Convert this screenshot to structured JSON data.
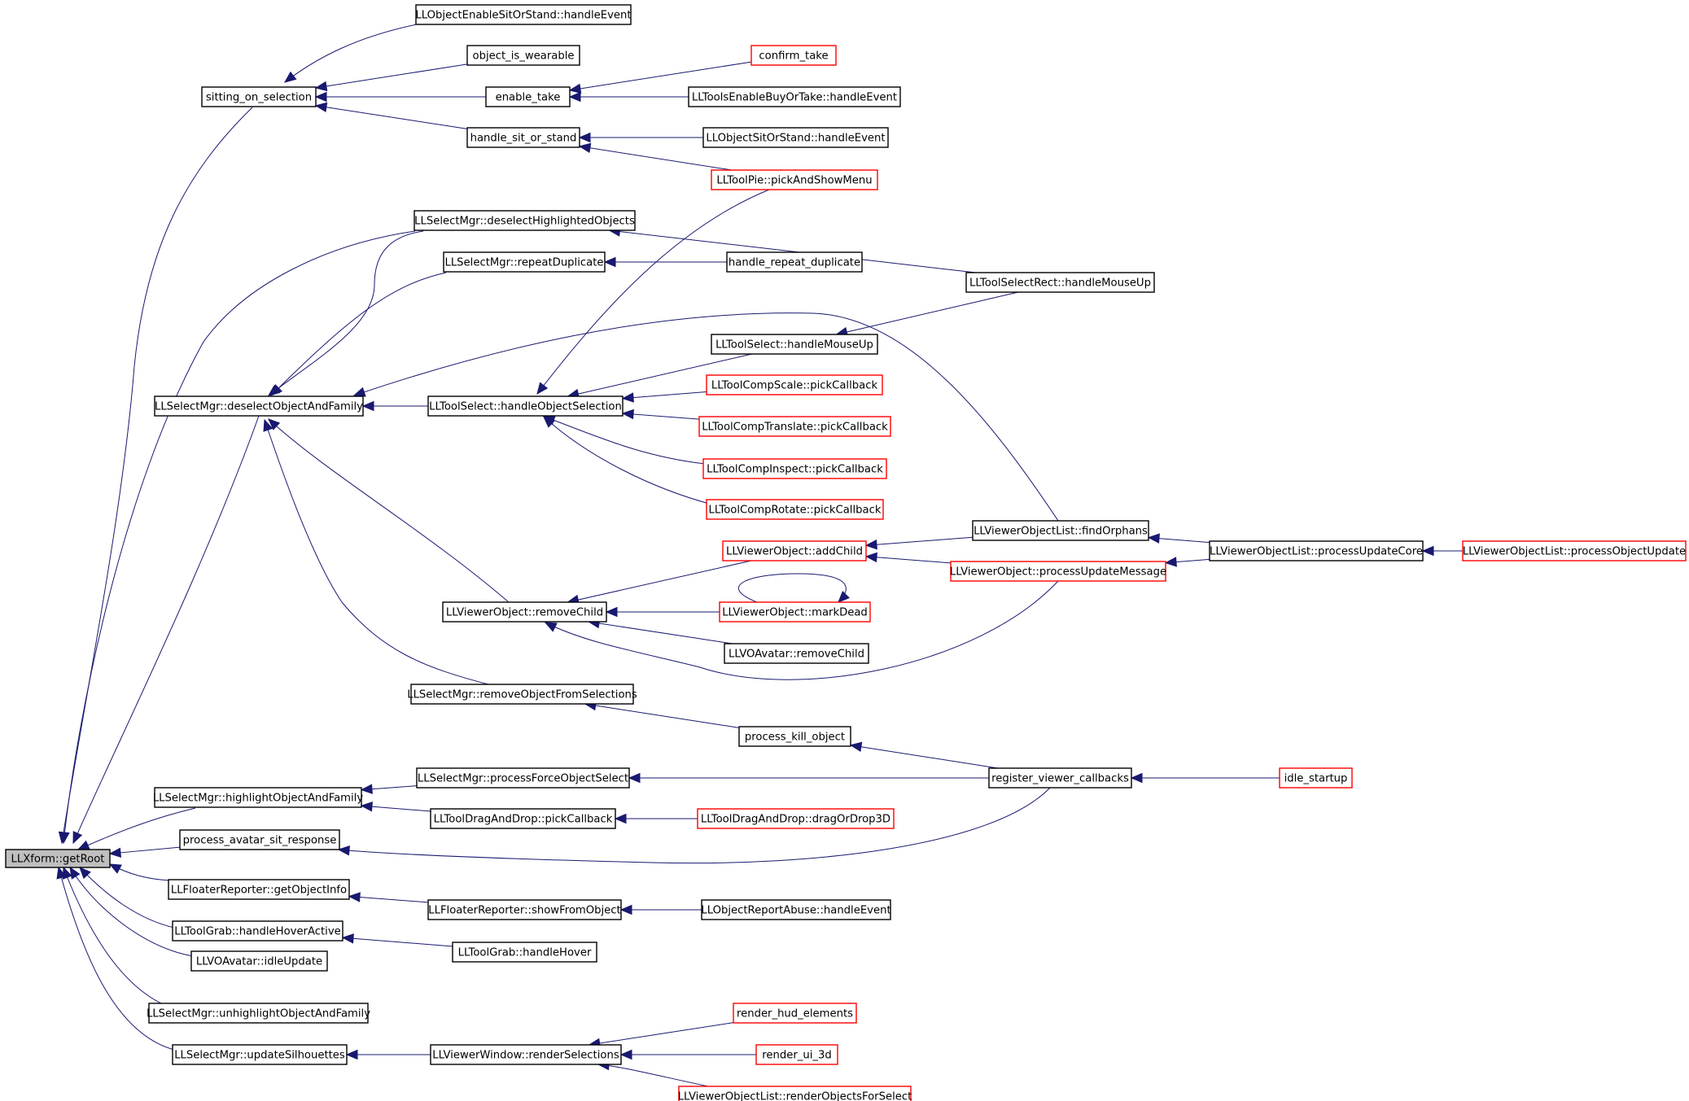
{
  "colors": {
    "edge": "#191970",
    "documented_border": "#000000",
    "undocumented_border": "#ff0000",
    "root_fill": "#bfbfbf"
  },
  "nodes": [
    {
      "id": "getRoot",
      "label": "LLXform::getRoot",
      "style": "root"
    },
    {
      "id": "sitting",
      "label": "sitting_on_selection",
      "style": "black"
    },
    {
      "id": "enableSit",
      "label": "LLObjectEnableSitOrStand::handleEvent",
      "style": "black"
    },
    {
      "id": "wearable",
      "label": "object_is_wearable",
      "style": "black"
    },
    {
      "id": "enableTake",
      "label": "enable_take",
      "style": "black"
    },
    {
      "id": "confirmTake",
      "label": "confirm_take",
      "style": "red"
    },
    {
      "id": "enableBuy",
      "label": "LLToolsEnableBuyOrTake::handleEvent",
      "style": "black"
    },
    {
      "id": "sitOrStand",
      "label": "handle_sit_or_stand",
      "style": "black"
    },
    {
      "id": "objSitStand",
      "label": "LLObjectSitOrStand::handleEvent",
      "style": "black"
    },
    {
      "id": "pickMenu",
      "label": "LLToolPie::pickAndShowMenu",
      "style": "red"
    },
    {
      "id": "deselHigh",
      "label": "LLSelectMgr::deselectHighlightedObjects",
      "style": "black"
    },
    {
      "id": "repeatDup",
      "label": "LLSelectMgr::repeatDuplicate",
      "style": "black"
    },
    {
      "id": "handleRepeat",
      "label": "handle_repeat_duplicate",
      "style": "black"
    },
    {
      "id": "selRectUp",
      "label": "LLToolSelectRect::handleMouseUp",
      "style": "black"
    },
    {
      "id": "toolSelUp",
      "label": "LLToolSelect::handleMouseUp",
      "style": "black"
    },
    {
      "id": "compScale",
      "label": "LLToolCompScale::pickCallback",
      "style": "red"
    },
    {
      "id": "deselFam",
      "label": "LLSelectMgr::deselectObjectAndFamily",
      "style": "black"
    },
    {
      "id": "handleObjSel",
      "label": "LLToolSelect::handleObjectSelection",
      "style": "black"
    },
    {
      "id": "compTrans",
      "label": "LLToolCompTranslate::pickCallback",
      "style": "red"
    },
    {
      "id": "compInspect",
      "label": "LLToolCompInspect::pickCallback",
      "style": "red"
    },
    {
      "id": "compRotate",
      "label": "LLToolCompRotate::pickCallback",
      "style": "red"
    },
    {
      "id": "findOrphans",
      "label": "LLViewerObjectList::findOrphans",
      "style": "black"
    },
    {
      "id": "addChild",
      "label": "LLViewerObject::addChild",
      "style": "red"
    },
    {
      "id": "procUpdCore",
      "label": "LLViewerObjectList::processUpdateCore",
      "style": "black"
    },
    {
      "id": "procObjUpd",
      "label": "LLViewerObjectList::processObjectUpdate",
      "style": "red"
    },
    {
      "id": "procUpdMsg",
      "label": "LLViewerObject::processUpdateMessage",
      "style": "red"
    },
    {
      "id": "removeChild",
      "label": "LLViewerObject::removeChild",
      "style": "black"
    },
    {
      "id": "markDead",
      "label": "LLViewerObject::markDead",
      "style": "red"
    },
    {
      "id": "voRemove",
      "label": "LLVOAvatar::removeChild",
      "style": "black"
    },
    {
      "id": "removeFromSel",
      "label": "LLSelectMgr::removeObjectFromSelections",
      "style": "black"
    },
    {
      "id": "killObj",
      "label": "process_kill_object",
      "style": "black"
    },
    {
      "id": "forceSel",
      "label": "LLSelectMgr::processForceObjectSelect",
      "style": "black"
    },
    {
      "id": "regViewer",
      "label": "register_viewer_callbacks",
      "style": "black"
    },
    {
      "id": "idleStartup",
      "label": "idle_startup",
      "style": "red"
    },
    {
      "id": "highlight",
      "label": "LLSelectMgr::highlightObjectAndFamily",
      "style": "black"
    },
    {
      "id": "dragPick",
      "label": "LLToolDragAndDrop::pickCallback",
      "style": "black"
    },
    {
      "id": "dragOrDrop",
      "label": "LLToolDragAndDrop::dragOrDrop3D",
      "style": "red"
    },
    {
      "id": "avatarSit",
      "label": "process_avatar_sit_response",
      "style": "black"
    },
    {
      "id": "getObjInfo",
      "label": "LLFloaterReporter::getObjectInfo",
      "style": "black"
    },
    {
      "id": "showFromObj",
      "label": "LLFloaterReporter::showFromObject",
      "style": "black"
    },
    {
      "id": "reportAbuse",
      "label": "LLObjectReportAbuse::handleEvent",
      "style": "black"
    },
    {
      "id": "hoverActive",
      "label": "LLToolGrab::handleHoverActive",
      "style": "black"
    },
    {
      "id": "grabHover",
      "label": "LLToolGrab::handleHover",
      "style": "black"
    },
    {
      "id": "voIdle",
      "label": "LLVOAvatar::idleUpdate",
      "style": "black"
    },
    {
      "id": "unhighlight",
      "label": "LLSelectMgr::unhighlightObjectAndFamily",
      "style": "black"
    },
    {
      "id": "updSil",
      "label": "LLSelectMgr::updateSilhouettes",
      "style": "black"
    },
    {
      "id": "renderSel",
      "label": "LLViewerWindow::renderSelections",
      "style": "black"
    },
    {
      "id": "renderHud",
      "label": "render_hud_elements",
      "style": "red"
    },
    {
      "id": "renderUi3d",
      "label": "render_ui_3d",
      "style": "red"
    },
    {
      "id": "renderObjSel",
      "label": "LLViewerObjectList::renderObjectsForSelect",
      "style": "red"
    }
  ],
  "edges": [
    {
      "from": "sitting",
      "to": "getRoot"
    },
    {
      "from": "enableSit",
      "to": "sitting"
    },
    {
      "from": "wearable",
      "to": "sitting"
    },
    {
      "from": "enableTake",
      "to": "sitting"
    },
    {
      "from": "sitOrStand",
      "to": "sitting"
    },
    {
      "from": "confirmTake",
      "to": "enableTake"
    },
    {
      "from": "enableBuy",
      "to": "enableTake"
    },
    {
      "from": "objSitStand",
      "to": "sitOrStand"
    },
    {
      "from": "pickMenu",
      "to": "sitOrStand"
    },
    {
      "from": "deselHigh",
      "to": "getRoot"
    },
    {
      "from": "selRectUp",
      "to": "deselHigh"
    },
    {
      "from": "deselHigh",
      "to": "deselFam"
    },
    {
      "from": "repeatDup",
      "to": "deselFam"
    },
    {
      "from": "handleRepeat",
      "to": "repeatDup"
    },
    {
      "from": "deselFam",
      "to": "getRoot"
    },
    {
      "from": "handleObjSel",
      "to": "deselFam"
    },
    {
      "from": "findOrphans",
      "to": "deselFam"
    },
    {
      "from": "removeChild",
      "to": "deselFam"
    },
    {
      "from": "removeFromSel",
      "to": "deselFam"
    },
    {
      "from": "pickMenu",
      "to": "handleObjSel"
    },
    {
      "from": "toolSelUp",
      "to": "handleObjSel"
    },
    {
      "from": "compScale",
      "to": "handleObjSel"
    },
    {
      "from": "compTrans",
      "to": "handleObjSel"
    },
    {
      "from": "compInspect",
      "to": "handleObjSel"
    },
    {
      "from": "compRotate",
      "to": "handleObjSel"
    },
    {
      "from": "selRectUp",
      "to": "toolSelUp"
    },
    {
      "from": "addChild",
      "to": "removeChild"
    },
    {
      "from": "markDead",
      "to": "removeChild"
    },
    {
      "from": "voRemove",
      "to": "removeChild"
    },
    {
      "from": "procUpdMsg",
      "to": "removeChild"
    },
    {
      "from": "markDead",
      "to": "markDead"
    },
    {
      "from": "findOrphans",
      "to": "addChild"
    },
    {
      "from": "procUpdMsg",
      "to": "addChild"
    },
    {
      "from": "procUpdCore",
      "to": "findOrphans"
    },
    {
      "from": "procUpdCore",
      "to": "procUpdMsg"
    },
    {
      "from": "procObjUpd",
      "to": "procUpdCore"
    },
    {
      "from": "killObj",
      "to": "removeFromSel"
    },
    {
      "from": "regViewer",
      "to": "killObj"
    },
    {
      "from": "regViewer",
      "to": "forceSel"
    },
    {
      "from": "idleStartup",
      "to": "regViewer"
    },
    {
      "from": "forceSel",
      "to": "highlight"
    },
    {
      "from": "dragPick",
      "to": "highlight"
    },
    {
      "from": "dragOrDrop",
      "to": "dragPick"
    },
    {
      "from": "highlight",
      "to": "getRoot"
    },
    {
      "from": "regViewer",
      "to": "avatarSit"
    },
    {
      "from": "avatarSit",
      "to": "getRoot"
    },
    {
      "from": "getObjInfo",
      "to": "getRoot"
    },
    {
      "from": "showFromObj",
      "to": "getObjInfo"
    },
    {
      "from": "reportAbuse",
      "to": "showFromObj"
    },
    {
      "from": "hoverActive",
      "to": "getRoot"
    },
    {
      "from": "grabHover",
      "to": "hoverActive"
    },
    {
      "from": "voIdle",
      "to": "getRoot"
    },
    {
      "from": "unhighlight",
      "to": "getRoot"
    },
    {
      "from": "updSil",
      "to": "getRoot"
    },
    {
      "from": "renderSel",
      "to": "updSil"
    },
    {
      "from": "renderHud",
      "to": "renderSel"
    },
    {
      "from": "renderUi3d",
      "to": "renderSel"
    },
    {
      "from": "renderObjSel",
      "to": "renderSel"
    }
  ]
}
